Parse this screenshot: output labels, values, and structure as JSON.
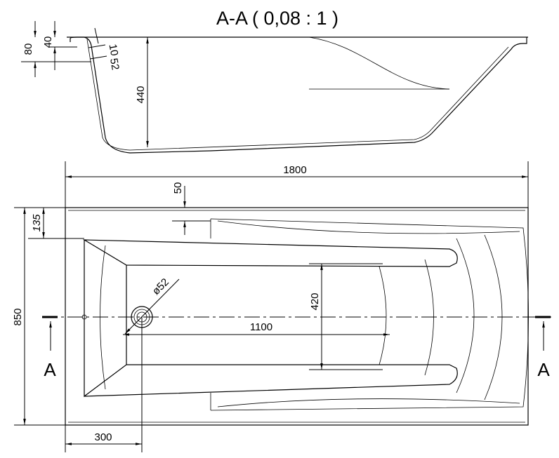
{
  "title": "A-A ( 0,08 : 1 )",
  "section_view": {
    "dims": {
      "rim_height": "80",
      "rim_inner": "40",
      "wall": "10",
      "wall2": "52",
      "depth": "440"
    }
  },
  "plan_view": {
    "dims": {
      "length": "1800",
      "width": "850",
      "rim_offset": "135",
      "edge_offset": "50",
      "drain_diameter": "ø52",
      "inner_width": "420",
      "inner_length": "1100",
      "drain_position": "300"
    },
    "section_marker_left": "A",
    "section_marker_right": "A"
  }
}
